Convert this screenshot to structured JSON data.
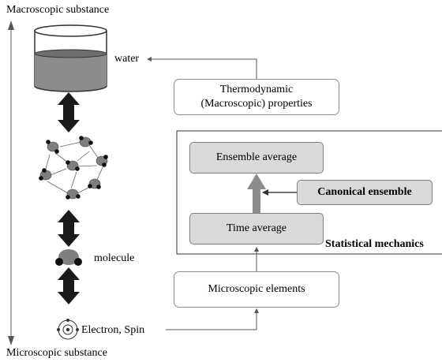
{
  "labels": {
    "top_scale": "Macroscopic substance",
    "bottom_scale": "Microscopic substance",
    "water": "water",
    "molecule": "molecule",
    "electron": "Electron, Spin"
  },
  "boxes": {
    "thermo_line1": "Thermodynamic",
    "thermo_line2": "(Macroscopic) properties",
    "ensemble_average": "Ensemble average",
    "time_average": "Time average",
    "canonical_ensemble": "Canonical ensemble",
    "statistical_mechanics": "Statistical mechanics",
    "microscopic_elements": "Microscopic elements"
  },
  "colors": {
    "box_grey": "#d9d9d9",
    "water": "#8c8c8c",
    "arrow_dark": "#1a1a1a",
    "molecule": "#7f7f7f"
  }
}
